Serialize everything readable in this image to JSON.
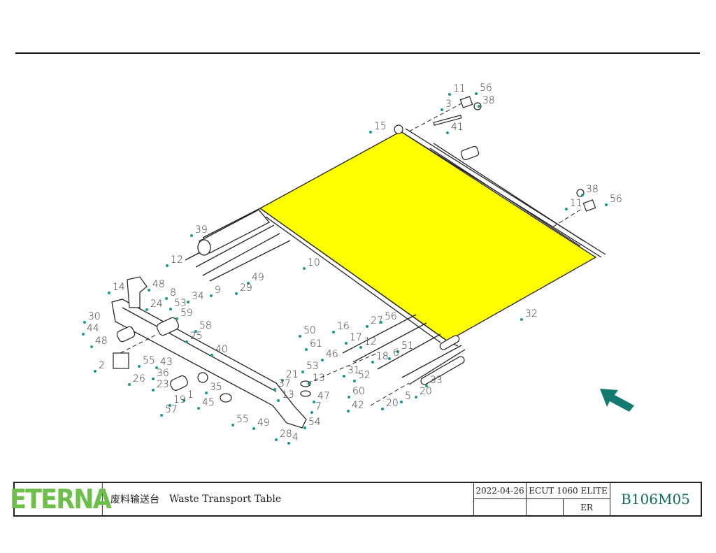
{
  "title_block": {
    "logo": "ETERNA",
    "title_cn": "废料输送台",
    "title_en": "Waste Transport Table",
    "date": "2022-04-26",
    "model": "ECUT 1060 ELITE",
    "author": "ER",
    "drawing_code": "B106M05"
  },
  "colors": {
    "belt": "#ffff00",
    "callout_dot": "#1a9a8a",
    "arrow": "#137a72",
    "logo": "#6cc04a"
  },
  "callouts": [
    "11",
    "56",
    "38",
    "3",
    "15",
    "41",
    "38",
    "11",
    "56",
    "39",
    "12",
    "10",
    "49",
    "29",
    "9",
    "34",
    "14",
    "48",
    "8",
    "24",
    "53",
    "59",
    "30",
    "58",
    "44",
    "25",
    "48",
    "32",
    "27",
    "56",
    "50",
    "16",
    "17",
    "61",
    "46",
    "12",
    "51",
    "18",
    "6",
    "31",
    "52",
    "40",
    "2",
    "55",
    "43",
    "26",
    "36",
    "21",
    "53",
    "37",
    "13",
    "23",
    "35",
    "1",
    "19",
    "45",
    "13",
    "47",
    "7",
    "57",
    "55",
    "49",
    "54",
    "28",
    "4",
    "60",
    "20",
    "5",
    "33",
    "42",
    "20"
  ]
}
